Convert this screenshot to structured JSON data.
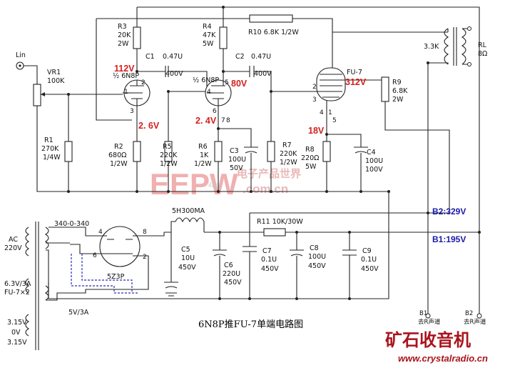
{
  "title": "6N8P推FU-7单端电路图",
  "tube_labels": {
    "v1": "½ 6N8P",
    "v2": "½ 6N8P",
    "v3": "FU-7",
    "rect": "5Z3P"
  },
  "components": {
    "r3": [
      "R3",
      "20K",
      "2W"
    ],
    "r4": [
      "R4",
      "47K",
      "5W"
    ],
    "r10": "R10  6.8K  1/2W",
    "c1": [
      "C1",
      "0.47U",
      "400V"
    ],
    "c2": [
      "C2",
      "0.47U",
      "400V"
    ],
    "vr1": [
      "VR1",
      "100K"
    ],
    "r1": [
      "R1",
      "270K",
      "1/4W"
    ],
    "r2": [
      "R2",
      "680Ω",
      "1/2W"
    ],
    "r5": [
      "R5",
      "220K",
      "1/2W"
    ],
    "r6": [
      "R6",
      "1K",
      "1/2W"
    ],
    "c3": [
      "C3",
      "100U",
      "50V"
    ],
    "r7": [
      "R7",
      "220K",
      "1/2W"
    ],
    "r8": [
      "R8",
      "220Ω",
      "5W"
    ],
    "c4": [
      "C4",
      "100U",
      "100V"
    ],
    "r9": [
      "R9",
      "6.8K",
      "2W"
    ],
    "ot_primary": "3.3K",
    "rl": [
      "RL",
      "8Ω"
    ],
    "choke": "5H300MA",
    "r11": "R11  10K/30W",
    "c5": [
      "C5",
      "10U",
      "450V"
    ],
    "c6": [
      "C6",
      "220U",
      "450V"
    ],
    "c7": [
      "C7",
      "0.1U",
      "450V"
    ],
    "c8": [
      "C8",
      "100U",
      "450V"
    ],
    "c9": [
      "C9",
      "0.1U",
      "450V"
    ]
  },
  "voltages": {
    "v1_plate": "112V",
    "v1_cathode": "2. 6V",
    "v2_plate": "80V",
    "v2_cathode": "2. 4V",
    "v3_plate": "312V",
    "v3_cathode": "18V"
  },
  "rails": {
    "b2": "B2:329V",
    "b1": "B1:195V"
  },
  "transformer": {
    "hv": "340-0-340",
    "ac": [
      "AC",
      "220V"
    ],
    "fil1": [
      "6.3V/3A",
      "FU-7×2"
    ],
    "fil2": "5V/3A",
    "fil3": [
      "3.15V",
      "0V",
      "3.15V"
    ]
  },
  "input_label": "Lin",
  "pins": {
    "v1": [
      "1",
      "2",
      "3"
    ],
    "v2": [
      "4",
      "5",
      "6",
      "7",
      "8"
    ],
    "v3": [
      "2",
      "3",
      "4",
      "1",
      "5"
    ],
    "rect": [
      "4",
      "6",
      "8",
      "2"
    ]
  },
  "terminals": {
    "b1": [
      "B1",
      "去R声道"
    ],
    "b2": [
      "B2",
      "去R声道"
    ]
  },
  "watermark": {
    "main": "EEPW",
    "site": "电子产品世界",
    "url": ".com.cn",
    "faint": "ilanJ"
  },
  "brand": {
    "name": "矿石收音机",
    "url": "www.crystalradio.cn"
  }
}
